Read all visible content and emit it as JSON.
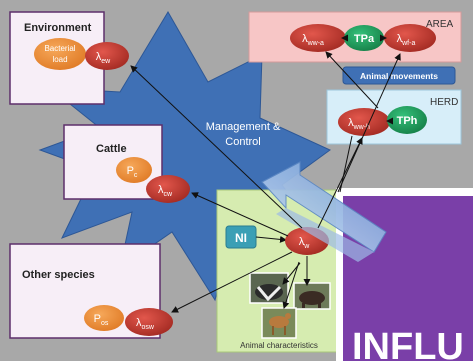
{
  "environment": {
    "title": "Environment",
    "bacterial_line1": "Bacterial",
    "bacterial_line2": "load",
    "lambda_base": "λ",
    "lambda_sub": "ew"
  },
  "cattle": {
    "title": "Cattle",
    "p_base": "P",
    "p_sub": "c",
    "lambda_base": "λ",
    "lambda_sub": "cw"
  },
  "other_species": {
    "title": "Other species",
    "p_base": "P",
    "p_sub": "os",
    "lambda_base": "λ",
    "lambda_sub": "osw"
  },
  "management": {
    "line1": "Management &",
    "line2": "Control"
  },
  "area": {
    "title": "AREA",
    "lambda_left_base": "λ",
    "lambda_left_sub": "ww-a",
    "tp_label": "TPa",
    "lambda_right_base": "λ",
    "lambda_right_sub": "wf-a"
  },
  "animal_movements": "Animal movements",
  "herd": {
    "title": "HERD",
    "lambda_base": "λ",
    "lambda_sub": "ww-h",
    "tp_label": "TPh"
  },
  "wildlife": {
    "ni_label": "NI",
    "lambda_base": "λ",
    "lambda_sub": "w",
    "caption": "Animal characteristics"
  },
  "slide_partial_text": "INFLU",
  "colors": {
    "background": "#a8a8a8",
    "star_fill": "#3f70b5",
    "node_red": "#c8392f",
    "node_orange": "#f2913a",
    "node_green": "#1fa05a",
    "area_fill": "#f7c6c6",
    "herd_fill": "#d7eef9",
    "wildlife_fill": "#d6ecb0",
    "purple_slide": "#7a3fa8",
    "teal_ni": "#3a9fb5"
  },
  "icons": [
    "badger-icon",
    "boar-icon",
    "deer-icon",
    "big-arrow-icon"
  ]
}
